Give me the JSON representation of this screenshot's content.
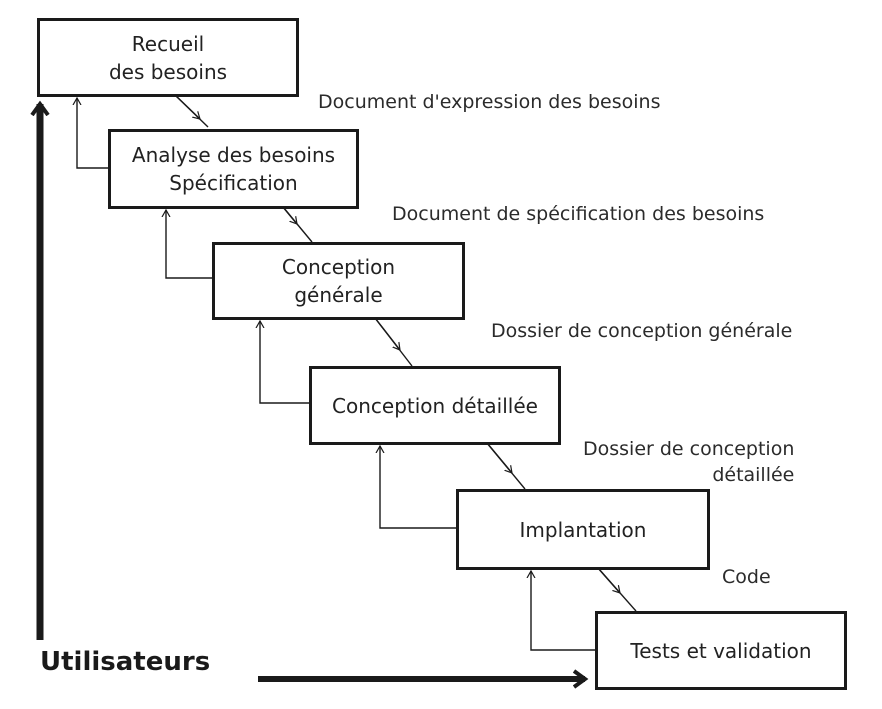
{
  "phases": [
    {
      "lines": [
        "Recueil",
        "des besoins"
      ]
    },
    {
      "lines": [
        "Analyse des besoins",
        "Spécification"
      ]
    },
    {
      "lines": [
        "Conception",
        "générale"
      ]
    },
    {
      "lines": [
        "Conception détaillée"
      ]
    },
    {
      "lines": [
        "Implantation"
      ]
    },
    {
      "lines": [
        "Tests et validation"
      ]
    }
  ],
  "deliverables": [
    {
      "lines": [
        "Document d'expression des besoins"
      ]
    },
    {
      "lines": [
        "Document de spécification des besoins"
      ]
    },
    {
      "lines": [
        "Dossier de conception générale"
      ]
    },
    {
      "lines": [
        "Dossier de conception",
        "détaillée"
      ]
    },
    {
      "lines": [
        "Code"
      ]
    }
  ],
  "users_label": "Utilisateurs",
  "colors": {
    "line": "#1a1a1a",
    "text": "#222222"
  }
}
